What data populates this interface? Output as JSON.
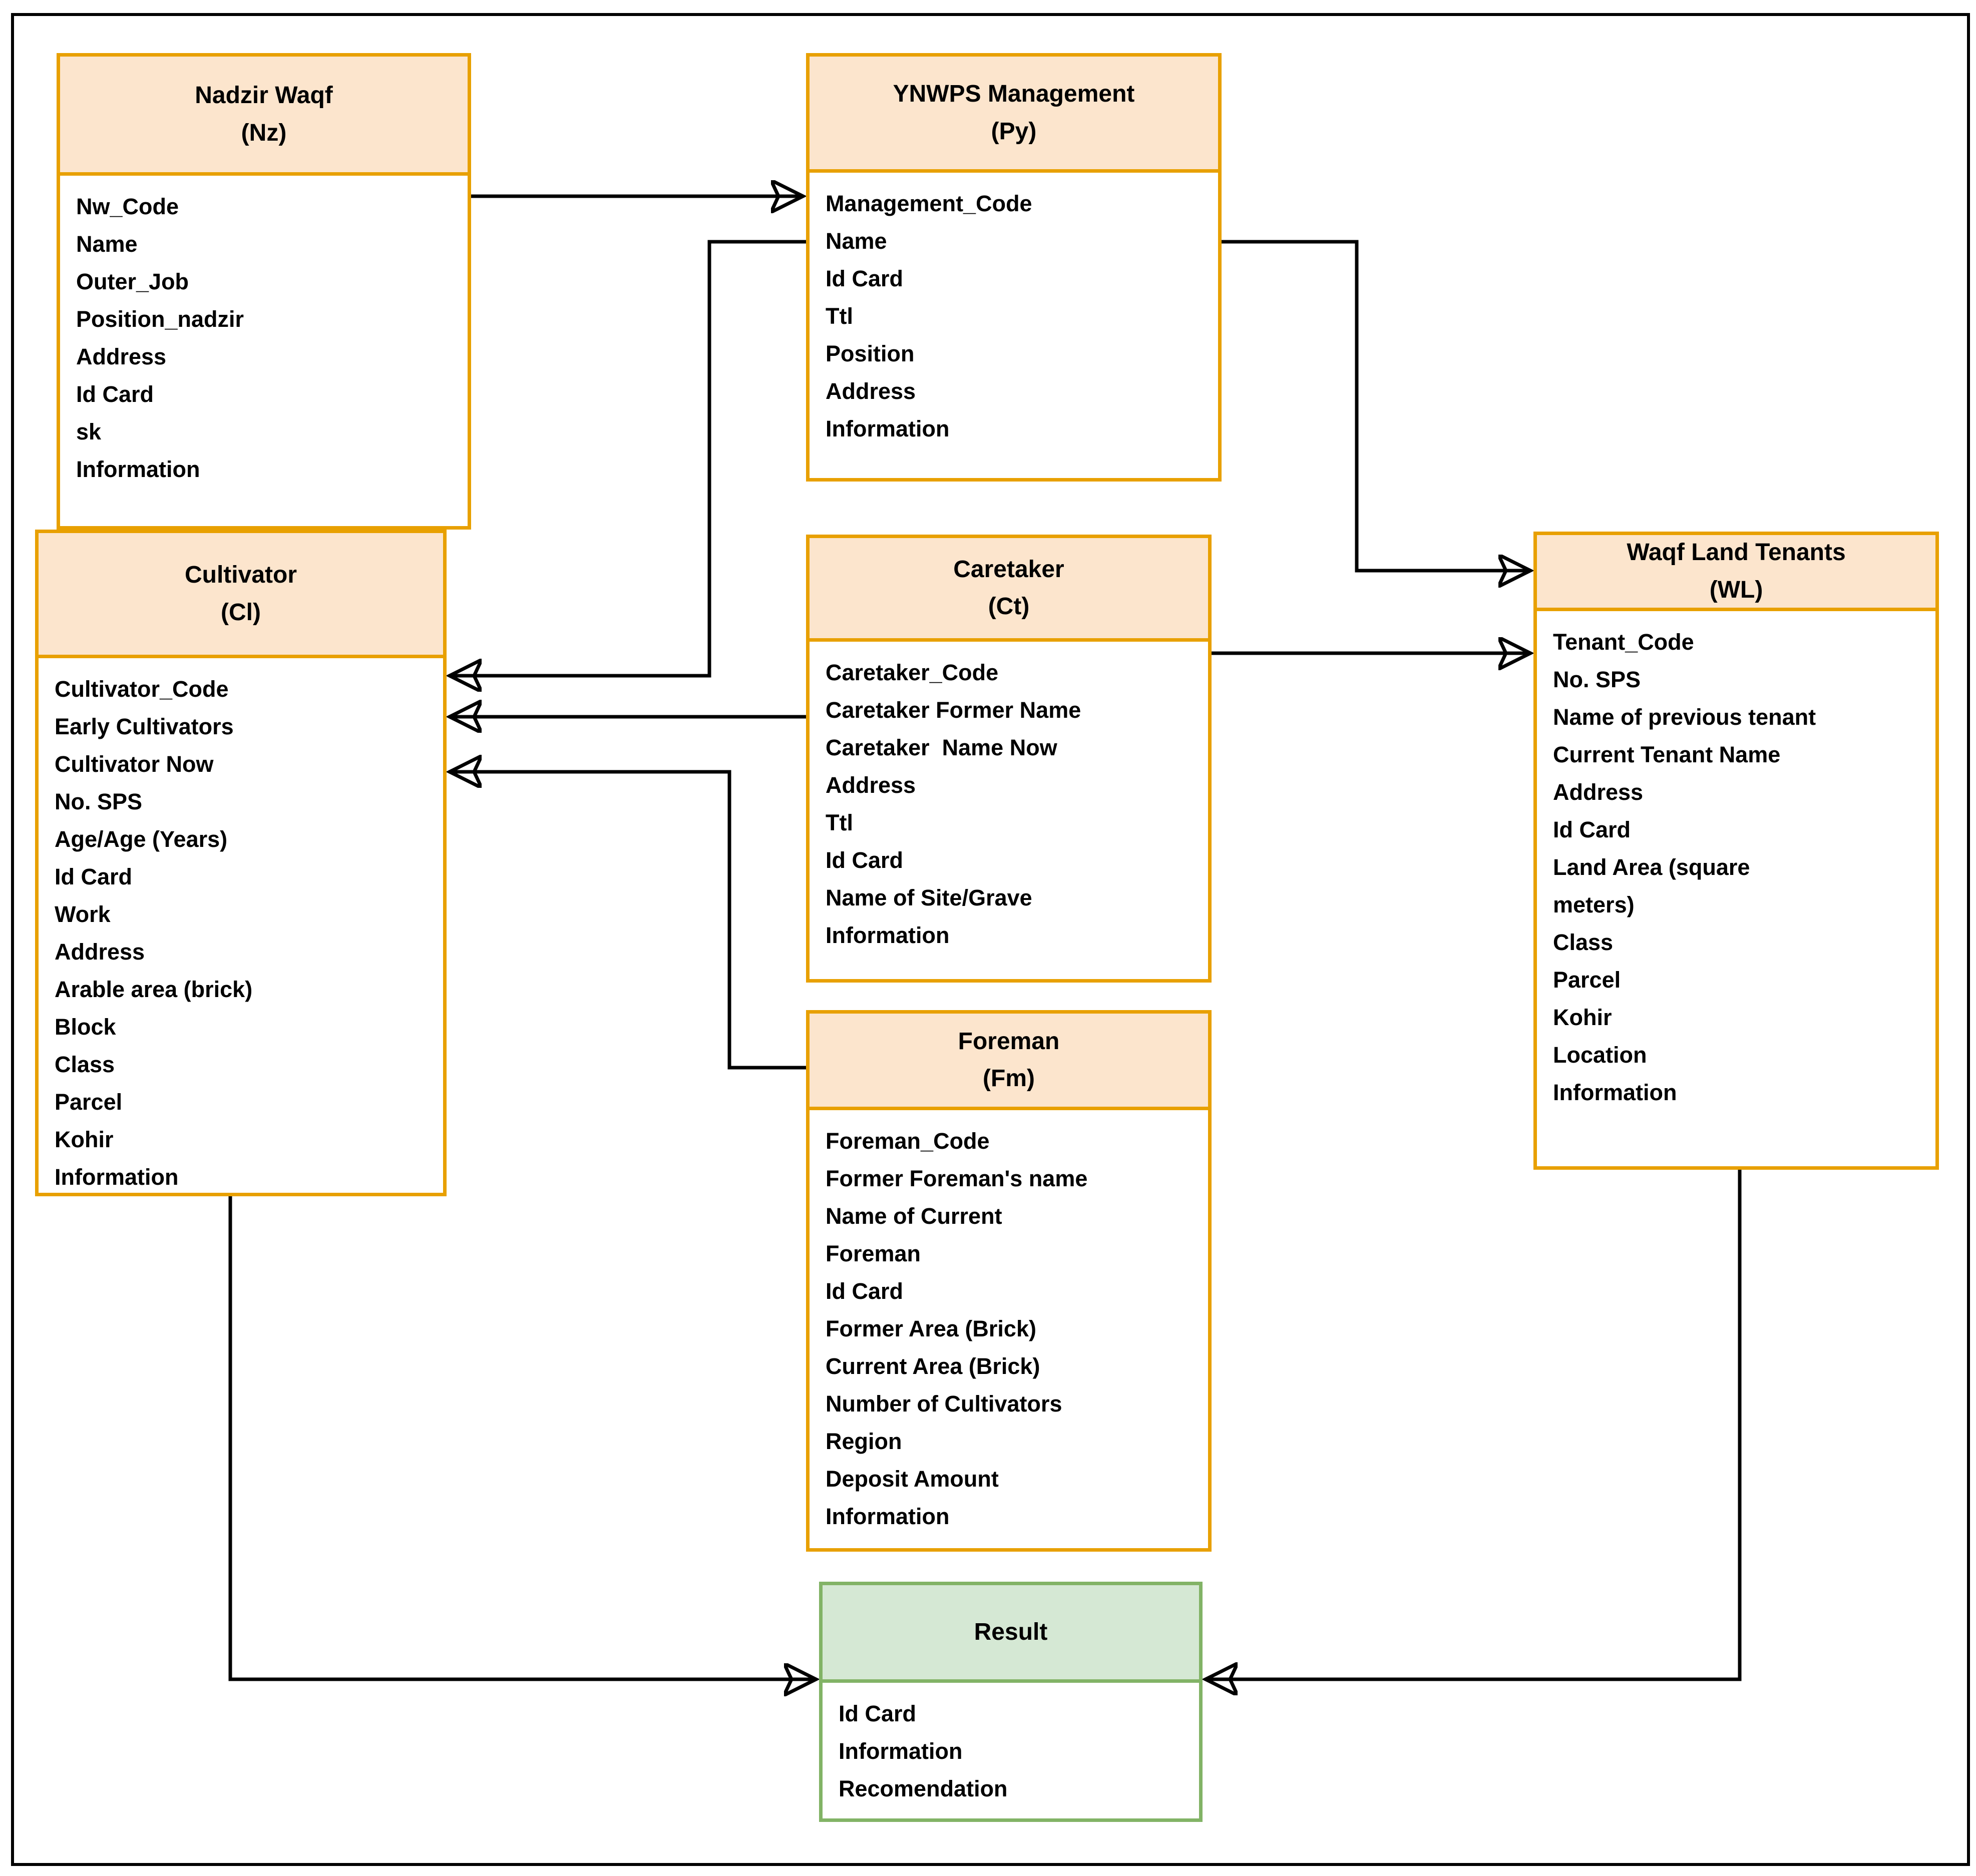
{
  "diagram": {
    "entities": [
      {
        "id": "nadzir-waqf",
        "title": "Nadzir Waqf",
        "code": "(Nz)",
        "fields": [
          "Nw_Code",
          "Name",
          "Outer_Job",
          "Position_nadzir",
          "Address",
          "Id Card",
          "sk",
          "Information"
        ]
      },
      {
        "id": "ynwps-management",
        "title": "YNWPS Management",
        "code": "(Py)",
        "fields": [
          "Management_Code",
          "Name",
          "Id Card",
          "Ttl",
          "Position",
          "Address",
          "Information"
        ]
      },
      {
        "id": "cultivator",
        "title": "Cultivator",
        "code": "(Cl)",
        "fields": [
          "Cultivator_Code",
          "Early Cultivators",
          "Cultivator Now",
          "No. SPS",
          "Age/Age (Years)",
          "Id Card",
          "Work",
          "Address",
          "Arable area (brick)",
          "Block",
          "Class",
          "Parcel",
          "Kohir",
          "Information"
        ]
      },
      {
        "id": "caretaker",
        "title": "Caretaker",
        "code": "(Ct)",
        "fields": [
          "Caretaker_Code",
          "Caretaker Former Name",
          "Caretaker  Name Now",
          "Address",
          "Ttl",
          "Id Card",
          "Name of Site/Grave",
          "Information"
        ]
      },
      {
        "id": "waqf-land-tenants",
        "title": "Waqf Land Tenants",
        "code": "(WL)",
        "fields": [
          "Tenant_Code",
          "No. SPS",
          "Name of previous tenant",
          "Current Tenant Name",
          "Address",
          "Id Card",
          "Land Area (square\nmeters)",
          "Class",
          "Parcel",
          "Kohir",
          "Location",
          "Information"
        ]
      },
      {
        "id": "foreman",
        "title": "Foreman",
        "code": "(Fm)",
        "fields": [
          "Foreman_Code",
          "Former Foreman's name",
          "Name of Current\nForeman",
          "Id Card",
          "Former Area (Brick)",
          "Current Area (Brick)",
          "Number of Cultivators",
          "Region",
          "Deposit Amount",
          "Information"
        ]
      },
      {
        "id": "result",
        "title": "Result",
        "code": "",
        "fields": [
          "Id Card",
          "Information",
          "Recomendation"
        ]
      }
    ],
    "connections": [
      {
        "from": "nadzir-waqf",
        "to": "ynwps-management"
      },
      {
        "from": "ynwps-management",
        "to": "cultivator"
      },
      {
        "from": "caretaker",
        "to": "cultivator"
      },
      {
        "from": "foreman",
        "to": "cultivator"
      },
      {
        "from": "ynwps-management",
        "to": "waqf-land-tenants"
      },
      {
        "from": "caretaker",
        "to": "waqf-land-tenants"
      },
      {
        "from": "cultivator",
        "to": "result"
      },
      {
        "from": "waqf-land-tenants",
        "to": "result"
      }
    ],
    "colors": {
      "entity_header_fill": "#FCE5CD",
      "entity_border": "#E8A000",
      "result_header_fill": "#D5E8D4",
      "result_border": "#82B366",
      "connector": "#000000",
      "text": "#000000",
      "background": "#FFFFFF"
    }
  }
}
